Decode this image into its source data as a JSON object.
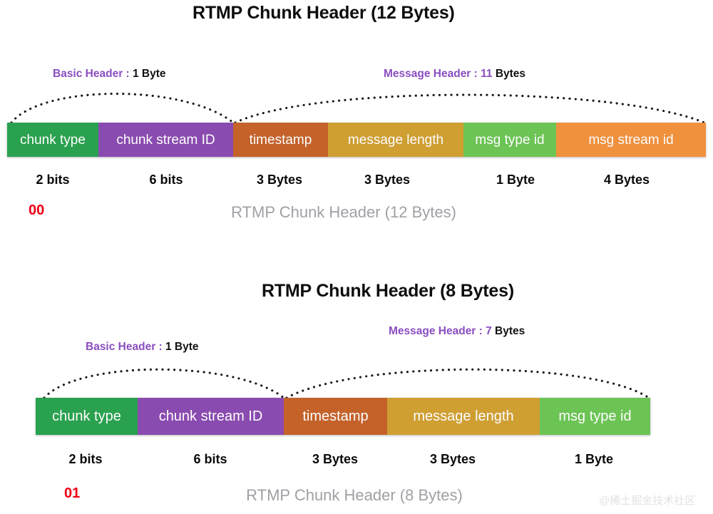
{
  "page": {
    "background": "#ffffff",
    "watermark": "@稀土掘金技术社区"
  },
  "palette": {
    "green": "#2aa14f",
    "purple": "#8a4bb0",
    "burnt_orange": "#c4622a",
    "dark_yellow": "#cf9f32",
    "light_green": "#6cc košice",
    "light_green_fixed": "#6cc455",
    "orange": "#f0913e",
    "label_purple": "#8a4ec0",
    "label_black": "#111111",
    "bitcode_red": "#f00014",
    "caption_gray": "#a0a0a6"
  },
  "sections": [
    {
      "id": "twelve-byte",
      "title": "RTMP Chunk Header (12 Bytes)",
      "basic_header": {
        "name": "Basic Header :",
        "size": "1 Byte"
      },
      "message_header": {
        "name": "Message Header : 11",
        "size": "Bytes"
      },
      "fields": [
        {
          "label": "chunk type",
          "size": "2 bits",
          "color": "#2aa14f",
          "group": "basic"
        },
        {
          "label": "chunk stream ID",
          "size": "6 bits",
          "color": "#8a4bb0",
          "group": "basic"
        },
        {
          "label": "timestamp",
          "size": "3 Bytes",
          "color": "#c4622a",
          "group": "message"
        },
        {
          "label": "message length",
          "size": "3 Bytes",
          "color": "#cf9f32",
          "group": "message"
        },
        {
          "label": "msg type id",
          "size": "1 Byte",
          "color": "#6cc455",
          "group": "message"
        },
        {
          "label": "msg stream id",
          "size": "4 Bytes",
          "color": "#f0913e",
          "group": "message"
        }
      ],
      "bit_code": "00",
      "caption": "RTMP Chunk Header (12 Bytes)"
    },
    {
      "id": "eight-byte",
      "title": "RTMP Chunk Header (8 Bytes)",
      "basic_header": {
        "name": "Basic Header :",
        "size": "1 Byte"
      },
      "message_header": {
        "name": "Message Header : 7",
        "size": "Bytes"
      },
      "fields": [
        {
          "label": "chunk type",
          "size": "2 bits",
          "color": "#2aa14f",
          "group": "basic"
        },
        {
          "label": "chunk stream ID",
          "size": "6 bits",
          "color": "#8a4bb0",
          "group": "basic"
        },
        {
          "label": "timestamp",
          "size": "3 Bytes",
          "color": "#c4622a",
          "group": "message"
        },
        {
          "label": "message length",
          "size": "3 Bytes",
          "color": "#cf9f32",
          "group": "message"
        },
        {
          "label": "msg type id",
          "size": "1 Byte",
          "color": "#6cc455",
          "group": "message"
        }
      ],
      "bit_code": "01",
      "caption": "RTMP Chunk Header (8 Bytes)"
    }
  ]
}
